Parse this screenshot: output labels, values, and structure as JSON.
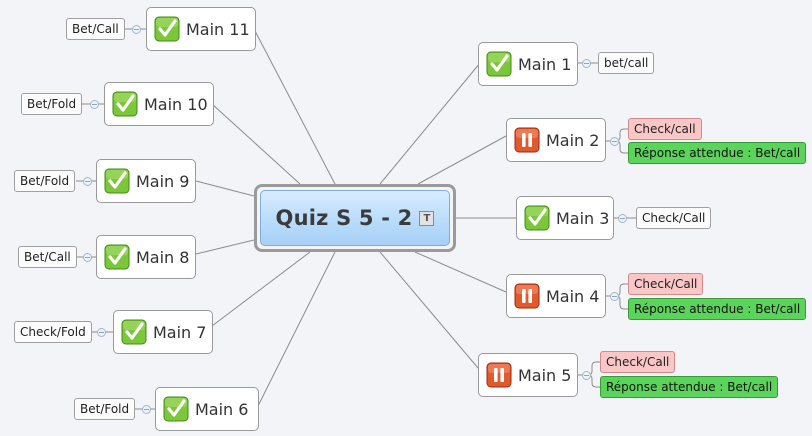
{
  "central": {
    "title": "Quiz S 5 - 2",
    "note_icon": "text-note-icon"
  },
  "nodes": [
    {
      "id": "main1",
      "label": "Main 1",
      "status": "check",
      "tags": [
        {
          "text": "bet/call",
          "style": "plain"
        }
      ]
    },
    {
      "id": "main2",
      "label": "Main 2",
      "status": "pause",
      "tags": [
        {
          "text": "Check/call",
          "style": "red"
        },
        {
          "text": "Réponse attendue : Bet/call",
          "style": "green"
        }
      ]
    },
    {
      "id": "main3",
      "label": "Main 3",
      "status": "check",
      "tags": [
        {
          "text": "Check/Call",
          "style": "plain"
        }
      ]
    },
    {
      "id": "main4",
      "label": "Main 4",
      "status": "pause",
      "tags": [
        {
          "text": "Check/Call",
          "style": "red"
        },
        {
          "text": "Réponse attendue : Bet/call",
          "style": "green"
        }
      ]
    },
    {
      "id": "main5",
      "label": "Main 5",
      "status": "pause",
      "tags": [
        {
          "text": "Check/Call",
          "style": "red"
        },
        {
          "text": "Réponse attendue : Bet/call",
          "style": "green"
        }
      ]
    },
    {
      "id": "main6",
      "label": "Main 6",
      "status": "check",
      "tags": [
        {
          "text": "Bet/Fold",
          "style": "plain"
        }
      ]
    },
    {
      "id": "main7",
      "label": "Main 7",
      "status": "check",
      "tags": [
        {
          "text": "Check/Fold",
          "style": "plain"
        }
      ]
    },
    {
      "id": "main8",
      "label": "Main 8",
      "status": "check",
      "tags": [
        {
          "text": "Bet/Call",
          "style": "plain"
        }
      ]
    },
    {
      "id": "main9",
      "label": "Main 9",
      "status": "check",
      "tags": [
        {
          "text": "Bet/Fold",
          "style": "plain"
        }
      ]
    },
    {
      "id": "main10",
      "label": "Main 10",
      "status": "check",
      "tags": [
        {
          "text": "Bet/Fold",
          "style": "plain"
        }
      ]
    },
    {
      "id": "main11",
      "label": "Main 11",
      "status": "check",
      "tags": [
        {
          "text": "Bet/Call",
          "style": "plain"
        }
      ]
    }
  ],
  "colors": {
    "check_icon": "#5fb52a",
    "pause_icon": "#d8482b",
    "connector": "#8c8c8c"
  }
}
